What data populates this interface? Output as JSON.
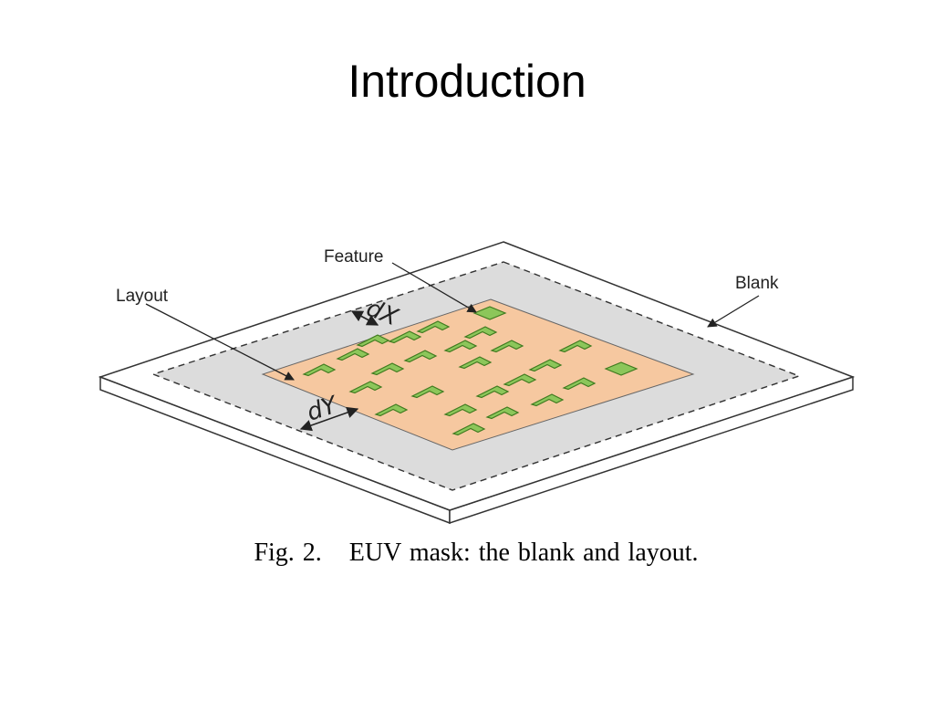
{
  "slide": {
    "title": "Introduction"
  },
  "figure": {
    "labels": {
      "feature": "Feature",
      "layout": "Layout",
      "blank": "Blank",
      "dx": "dX",
      "dy": "dY"
    },
    "caption": {
      "number": "Fig. 2.",
      "text": "EUV mask: the blank and layout."
    },
    "colors": {
      "blank_surface": "#ffffff",
      "border_region": "#dcdcdc",
      "layout_area": "#f6c8a0",
      "feature_fill": "#8cc65a",
      "feature_stroke": "#3e7a1e",
      "outline": "#333333"
    }
  }
}
